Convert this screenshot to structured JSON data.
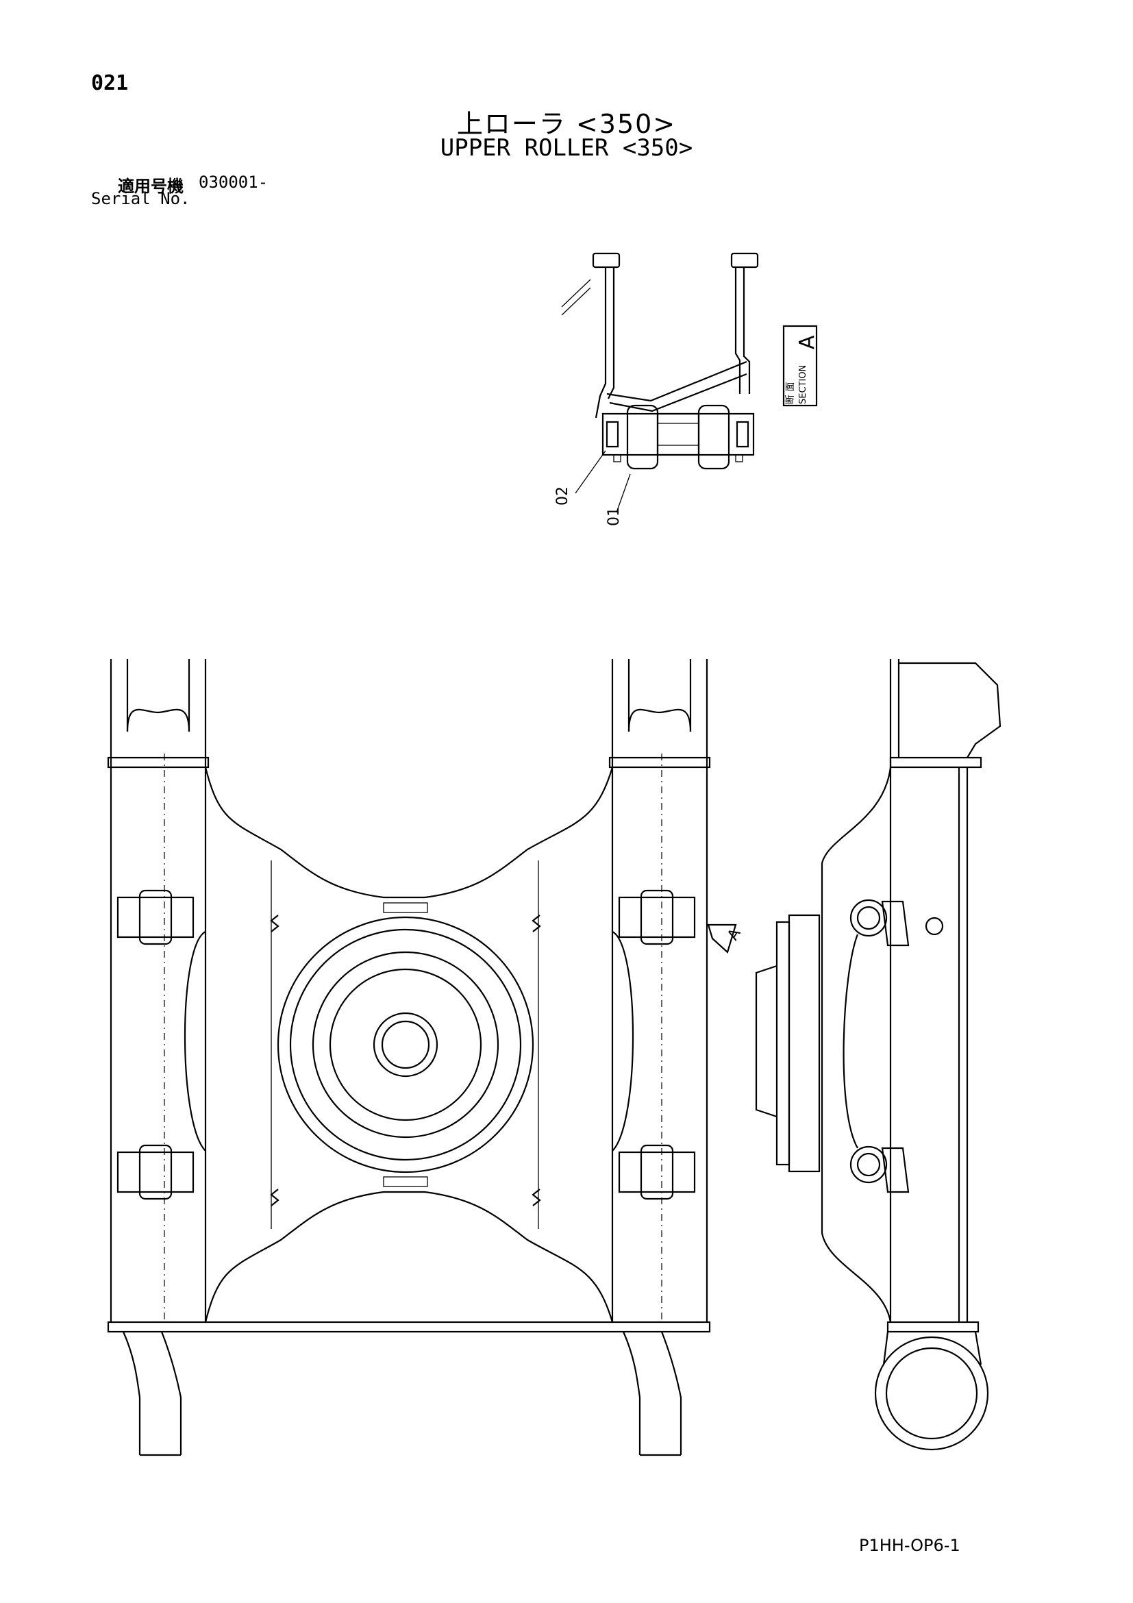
{
  "header": {
    "page_number": "021",
    "title_ja": "上ローラ <350>",
    "title_en": "UPPER ROLLER <350>",
    "serial_label_ja": "適用号機",
    "serial_label_en": "Serial No.",
    "serial_value": "030001-"
  },
  "section_box": {
    "label_ja": "断 面",
    "label_en": "SECTION",
    "letter": "A"
  },
  "callouts": [
    {
      "label": "02"
    },
    {
      "label": "01"
    }
  ],
  "view_marker": {
    "letter": "A"
  },
  "footer": {
    "drawing_code": "P1HH-OP6-1"
  }
}
